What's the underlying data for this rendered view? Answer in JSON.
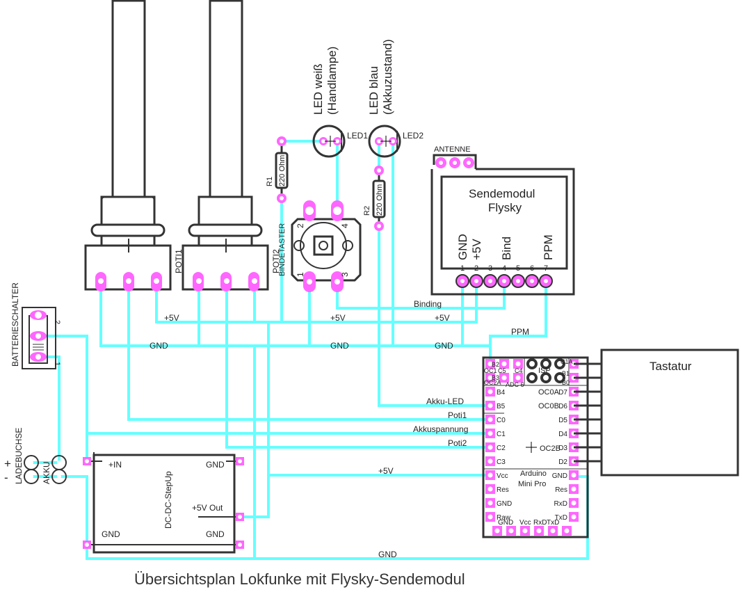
{
  "title": "Übersichtsplan Lokfunke mit Flysky-Sendemodul",
  "components": {
    "poti1": {
      "label": "POTI1"
    },
    "poti2": {
      "label": "POTI2"
    },
    "bindetaster": {
      "label": "BINDETASTER",
      "pins": [
        "1",
        "2",
        "3",
        "4"
      ]
    },
    "r1": {
      "name": "R1",
      "value": "220 Ohm"
    },
    "r2": {
      "name": "R2",
      "value": "220 Ohm"
    },
    "led1": {
      "name": "LED1",
      "desc_line1": "LED weiß",
      "desc_line2": "(Handlampe)"
    },
    "led2": {
      "name": "LED2",
      "desc_line1": "LED blau",
      "desc_line2": "(Akkuzustand)"
    },
    "sendemodul": {
      "antenna": "ANTENNE",
      "title_line1": "Sendemodul",
      "title_line2": "Flysky",
      "pin_labels": [
        "GND",
        "+5V",
        "Bind",
        "PPM"
      ],
      "pin_numbers": [
        "1",
        "2",
        "3",
        "4",
        "5",
        "6",
        "7"
      ]
    },
    "batterieschalter": {
      "label": "BATTERIESCHALTER",
      "pin1": "1",
      "pin2": "2"
    },
    "ladebuchse": {
      "label": "LADEBUCHSE",
      "plus": "+",
      "minus": "-"
    },
    "akku": {
      "label": "AKKU"
    },
    "stepup": {
      "label": "DC-DC-StepUp",
      "in": "+IN",
      "gnd_tr": "GND",
      "out": "+5V Out",
      "gnd_bl": "GND",
      "gnd_br": "GND"
    },
    "arduino": {
      "line1": "Arduino",
      "line2": "Mini Pro",
      "top_labels": [
        "B2",
        "OC1",
        "C5",
        "C4",
        "ISP",
        "C1A",
        "B3",
        "OC2A",
        "ADC 6",
        "B1",
        "B0"
      ],
      "left_pins": [
        "B4",
        "B5",
        "C0",
        "C1",
        "C2",
        "C3",
        "Vcc",
        "Res",
        "GND",
        "Raw"
      ],
      "right_pins": [
        "D7",
        "D6",
        "D5",
        "D4",
        "D3",
        "D2",
        "GND",
        "Res",
        "RxD",
        "TxD"
      ],
      "right_alt": [
        "OC0A",
        "OC0B",
        "OC2B"
      ],
      "bottom_pins": [
        "GND",
        "Vcc",
        "RxD",
        "TxD"
      ]
    },
    "tastatur": {
      "label": "Tastatur"
    }
  },
  "nets": {
    "p5v_a": "+5V",
    "p5v_b": "+5V",
    "p5v_c": "+5V",
    "p5v_d": "+5V",
    "gnd_a": "GND",
    "gnd_b": "GND",
    "gnd_c": "GND",
    "gnd_d": "GND",
    "binding": "Binding",
    "ppm": "PPM",
    "akku_led": "Akku-LED",
    "poti1": "Poti1",
    "akkuspannung": "Akkuspannung",
    "poti2": "Poti2"
  },
  "colors": {
    "wire": "#66ffff",
    "pad": "#ff66ff",
    "outline": "#333333"
  }
}
